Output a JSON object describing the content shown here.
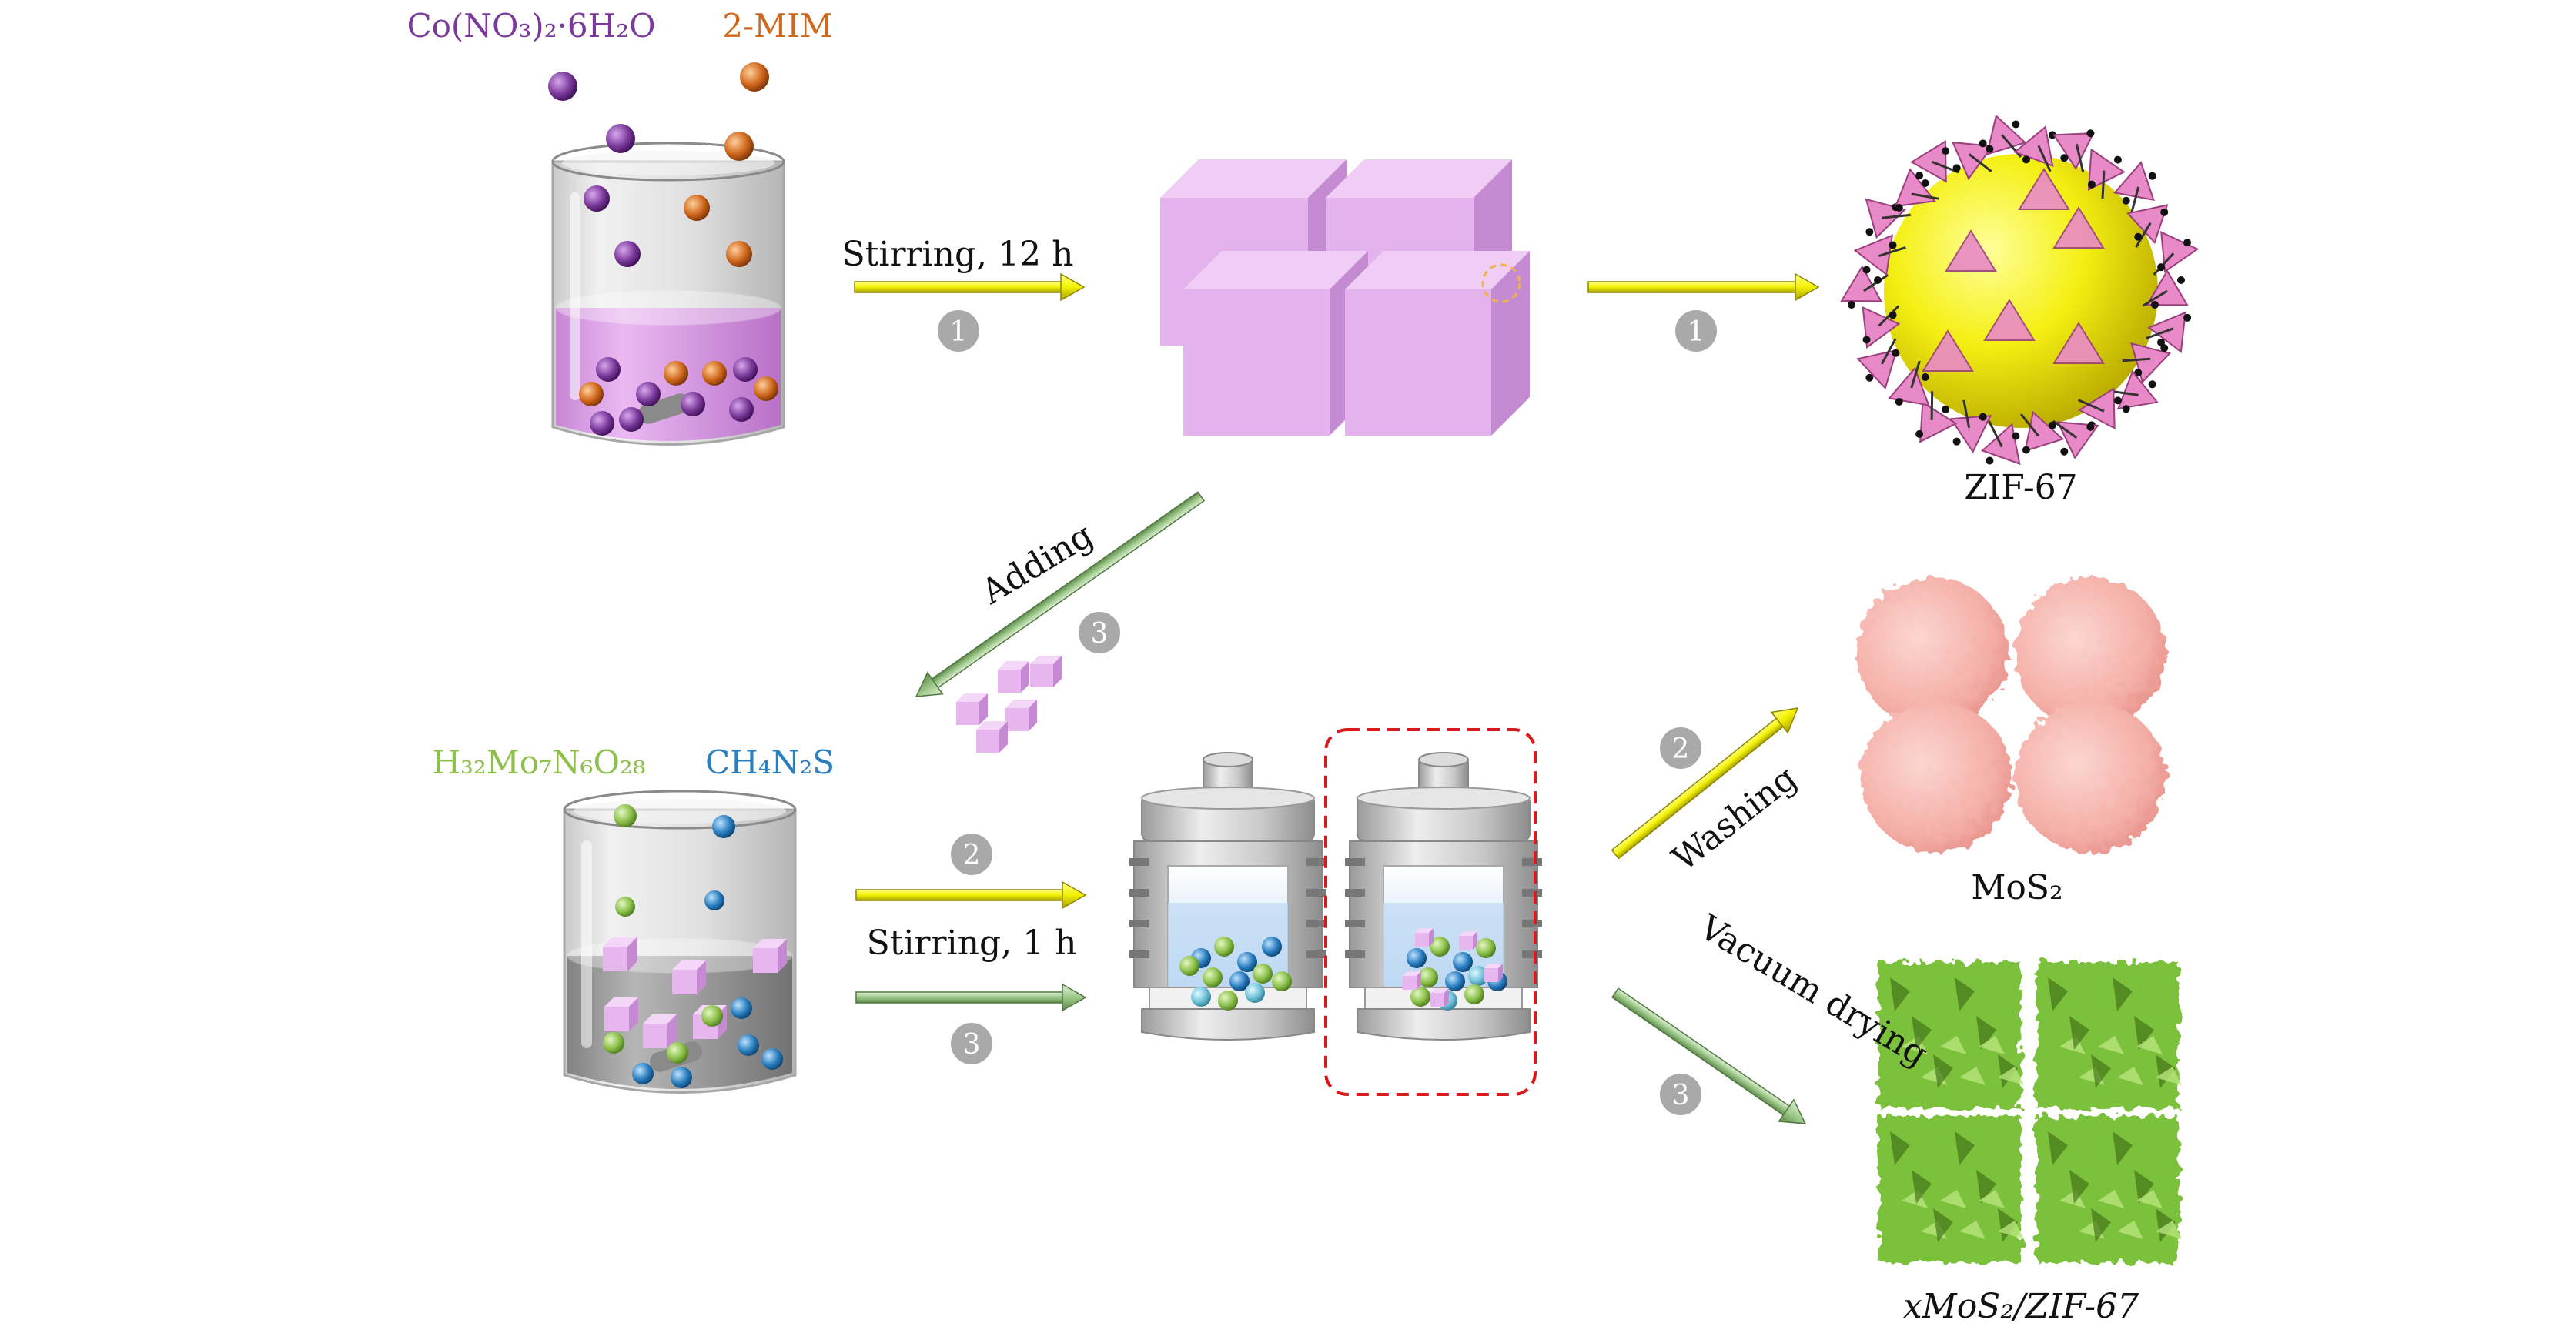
{
  "reagents": {
    "cobalt_salt": "Co(NO₃)₂·6H₂O",
    "linker": "2-MIM",
    "molybdate": "H₃₂Mo₇N₆O₂₈",
    "thiourea": "CH₄N₂S"
  },
  "steps": {
    "stirring_12h": "Stirring, 12 h",
    "stirring_1h": "Stirring, 1 h",
    "adding": "Adding",
    "washing": "Washing",
    "vacuum_drying": "Vacuum drying"
  },
  "step_numbers": {
    "one": "1",
    "two": "2",
    "three": "3"
  },
  "products": {
    "zif67": "ZIF-67",
    "mos2": "MoS₂",
    "composite": "xMoS₂/ZIF-67"
  },
  "colors": {
    "yellow_arrow": "#f2f200",
    "green_arrow": "#9cc88a",
    "badge": "#a9a9a9",
    "purple_ball": "#7b3a9b",
    "orange_ball": "#d0681c",
    "green_ball": "#8cc04a",
    "blue_ball": "#2a7fc0",
    "zif_cube": "#e4b3ee",
    "mos2_sphere": "#f6b4ad",
    "composite_green": "#7cc13a",
    "red_dash": "#d9191c"
  }
}
